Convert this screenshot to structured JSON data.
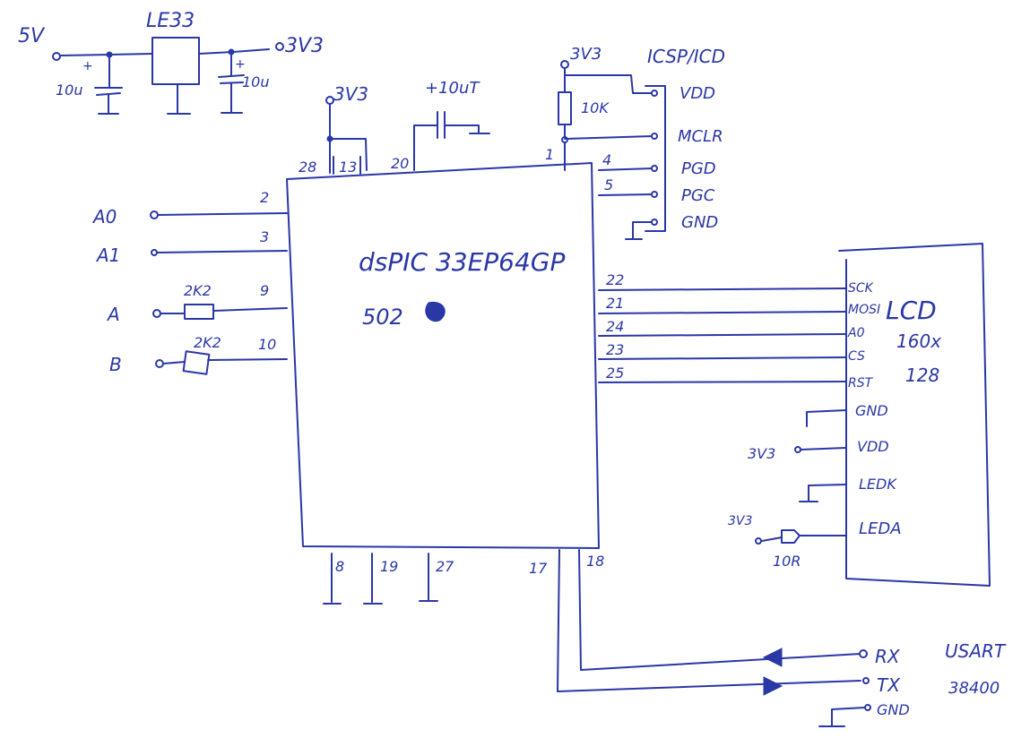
{
  "colors": {
    "ink": "#2a37a6",
    "paper": "#ffffff"
  },
  "power": {
    "in_label": "5V",
    "regulator": "LE33",
    "out_label": "3V3",
    "cap_in": "10u",
    "cap_out": "10u",
    "plus": "+"
  },
  "mcu": {
    "name": "dsPIC 33EP64GP",
    "suffix": "502",
    "top_pins": [
      "28",
      "13",
      "20",
      "1"
    ],
    "top_3v3": "3V3",
    "vcap": "+10uT",
    "left_pins": [
      "2",
      "3",
      "9",
      "10"
    ],
    "right_pins": [
      "4",
      "5",
      "22",
      "21",
      "24",
      "23",
      "25"
    ],
    "bottom_pins": [
      "8",
      "19",
      "27",
      "17",
      "18"
    ]
  },
  "inputs": {
    "a0": "A0",
    "a1": "A1",
    "a": "A",
    "b": "B",
    "res_a": "2K2",
    "res_b": "2K2"
  },
  "icsp": {
    "title": "ICSP/ICD",
    "v3v3": "3V3",
    "pullup": "10K",
    "pins": [
      "VDD",
      "MCLR",
      "PGD",
      "PGC",
      "GND"
    ]
  },
  "lcd": {
    "title": "LCD",
    "size1": "160x",
    "size2": "128",
    "pins": [
      "SCK",
      "MOSI",
      "A0",
      "CS",
      "RST",
      "GND",
      "VDD",
      "LEDK",
      "LEDA"
    ],
    "vdd_supply": "3V3",
    "leda_supply": "3V3",
    "leda_res": "10R"
  },
  "usart": {
    "title": "USART",
    "baud": "38400",
    "pins": [
      "RX",
      "TX",
      "GND"
    ]
  }
}
